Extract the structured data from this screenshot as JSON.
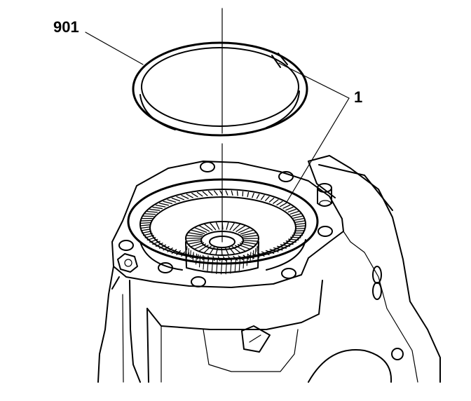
{
  "diagram": {
    "callouts": [
      {
        "id": "ring",
        "label": "901"
      },
      {
        "id": "gear-ring",
        "label": "1"
      }
    ]
  }
}
